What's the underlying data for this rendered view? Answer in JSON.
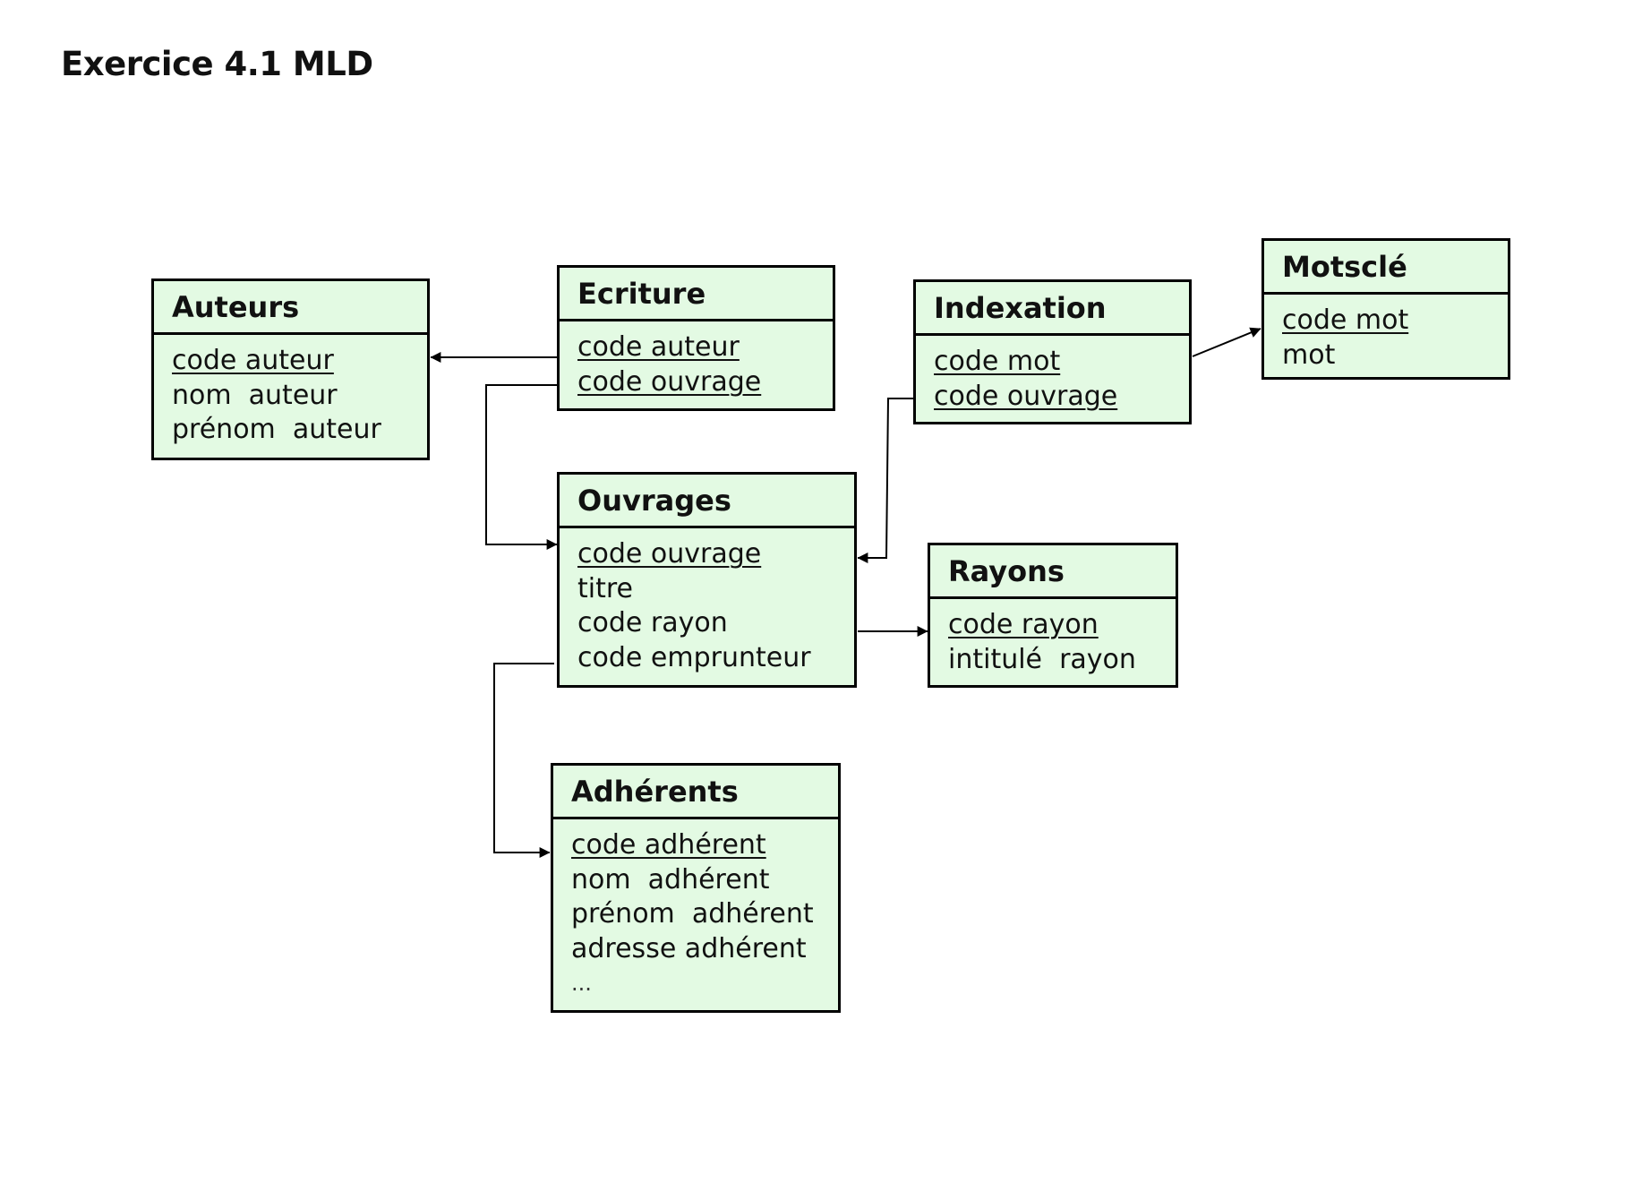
{
  "title": "Exercice 4.1 MLD",
  "entities": {
    "auteurs": {
      "name": "Auteurs",
      "attributes": [
        {
          "label": "code auteur",
          "key": true
        },
        {
          "label": "nom  auteur",
          "key": false
        },
        {
          "label": "prénom  auteur",
          "key": false
        }
      ]
    },
    "ecriture": {
      "name": "Ecriture",
      "attributes": [
        {
          "label": "code auteur",
          "key": true
        },
        {
          "label": "code ouvrage",
          "key": true
        }
      ]
    },
    "indexation": {
      "name": "Indexation",
      "attributes": [
        {
          "label": "code mot",
          "key": true
        },
        {
          "label": "code ouvrage",
          "key": true
        }
      ]
    },
    "motscle": {
      "name": "Motsclé",
      "attributes": [
        {
          "label": "code mot",
          "key": true
        },
        {
          "label": "mot",
          "key": false
        }
      ]
    },
    "ouvrages": {
      "name": "Ouvrages",
      "attributes": [
        {
          "label": "code ouvrage",
          "key": true
        },
        {
          "label": "titre",
          "key": false
        },
        {
          "label": "code rayon",
          "key": false
        },
        {
          "label": "code emprunteur",
          "key": false
        }
      ]
    },
    "rayons": {
      "name": "Rayons",
      "attributes": [
        {
          "label": "code rayon",
          "key": true
        },
        {
          "label": "intitulé  rayon",
          "key": false
        }
      ]
    },
    "adherents": {
      "name": "Adhérents",
      "attributes": [
        {
          "label": "code adhérent",
          "key": true
        },
        {
          "label": "nom  adhérent",
          "key": false
        },
        {
          "label": "prénom  adhérent",
          "key": false
        },
        {
          "label": "adresse adhérent",
          "key": false
        },
        {
          "label": "...",
          "key": false
        }
      ]
    }
  },
  "relations": [
    {
      "from": "ecriture.code auteur",
      "to": "auteurs.code auteur"
    },
    {
      "from": "ecriture.code ouvrage",
      "to": "ouvrages.code ouvrage"
    },
    {
      "from": "indexation.code mot",
      "to": "motscle.code mot"
    },
    {
      "from": "indexation.code ouvrage",
      "to": "ouvrages.code ouvrage"
    },
    {
      "from": "ouvrages.code rayon",
      "to": "rayons.code rayon"
    },
    {
      "from": "ouvrages.code emprunteur",
      "to": "adherents.code adhérent"
    }
  ],
  "colors": {
    "entity_fill": "#e3fae3",
    "border": "#000000",
    "text": "#111111"
  }
}
